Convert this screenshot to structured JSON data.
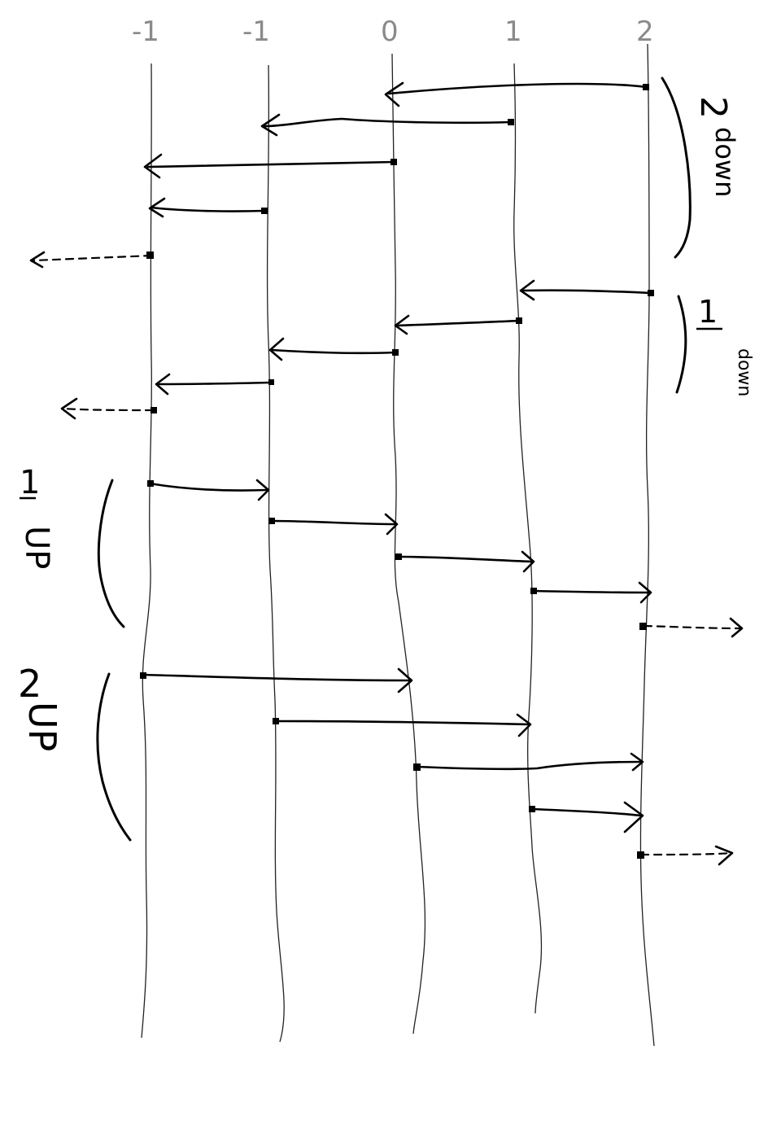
{
  "columns": [
    {
      "label": "-1"
    },
    {
      "label": "-1"
    },
    {
      "label": "0"
    },
    {
      "label": "1"
    },
    {
      "label": "2"
    }
  ],
  "groups": {
    "two_down": {
      "count": "2",
      "word": "down"
    },
    "one_down": {
      "count": "1",
      "word": "down"
    },
    "one_up": {
      "count": "1",
      "word": "UP"
    },
    "two_up": {
      "count": "2",
      "word": "UP"
    }
  },
  "transitions": [
    {
      "group": "2 down",
      "from": "2",
      "to": "0"
    },
    {
      "group": "2 down",
      "from": "1",
      "to": "-1"
    },
    {
      "group": "2 down",
      "from": "0",
      "to": "-1"
    },
    {
      "group": "2 down",
      "from": "-1",
      "to": "-1"
    },
    {
      "group": "2 down",
      "from": "-1",
      "to": "out",
      "dashed": true
    },
    {
      "group": "1 down",
      "from": "2",
      "to": "1"
    },
    {
      "group": "1 down",
      "from": "1",
      "to": "0"
    },
    {
      "group": "1 down",
      "from": "0",
      "to": "-1"
    },
    {
      "group": "1 down",
      "from": "-1",
      "to": "-1"
    },
    {
      "group": "1 down",
      "from": "-1",
      "to": "out",
      "dashed": true
    },
    {
      "group": "1 UP",
      "from": "-1",
      "to": "-1"
    },
    {
      "group": "1 UP",
      "from": "-1",
      "to": "0"
    },
    {
      "group": "1 UP",
      "from": "0",
      "to": "1"
    },
    {
      "group": "1 UP",
      "from": "1",
      "to": "2"
    },
    {
      "group": "1 UP",
      "from": "2",
      "to": "out",
      "dashed": true
    },
    {
      "group": "2 UP",
      "from": "-1",
      "to": "0"
    },
    {
      "group": "2 UP",
      "from": "-1",
      "to": "1"
    },
    {
      "group": "2 UP",
      "from": "0",
      "to": "2"
    },
    {
      "group": "2 UP",
      "from": "1",
      "to": "2"
    },
    {
      "group": "2 UP",
      "from": "2",
      "to": "out",
      "dashed": true
    }
  ]
}
